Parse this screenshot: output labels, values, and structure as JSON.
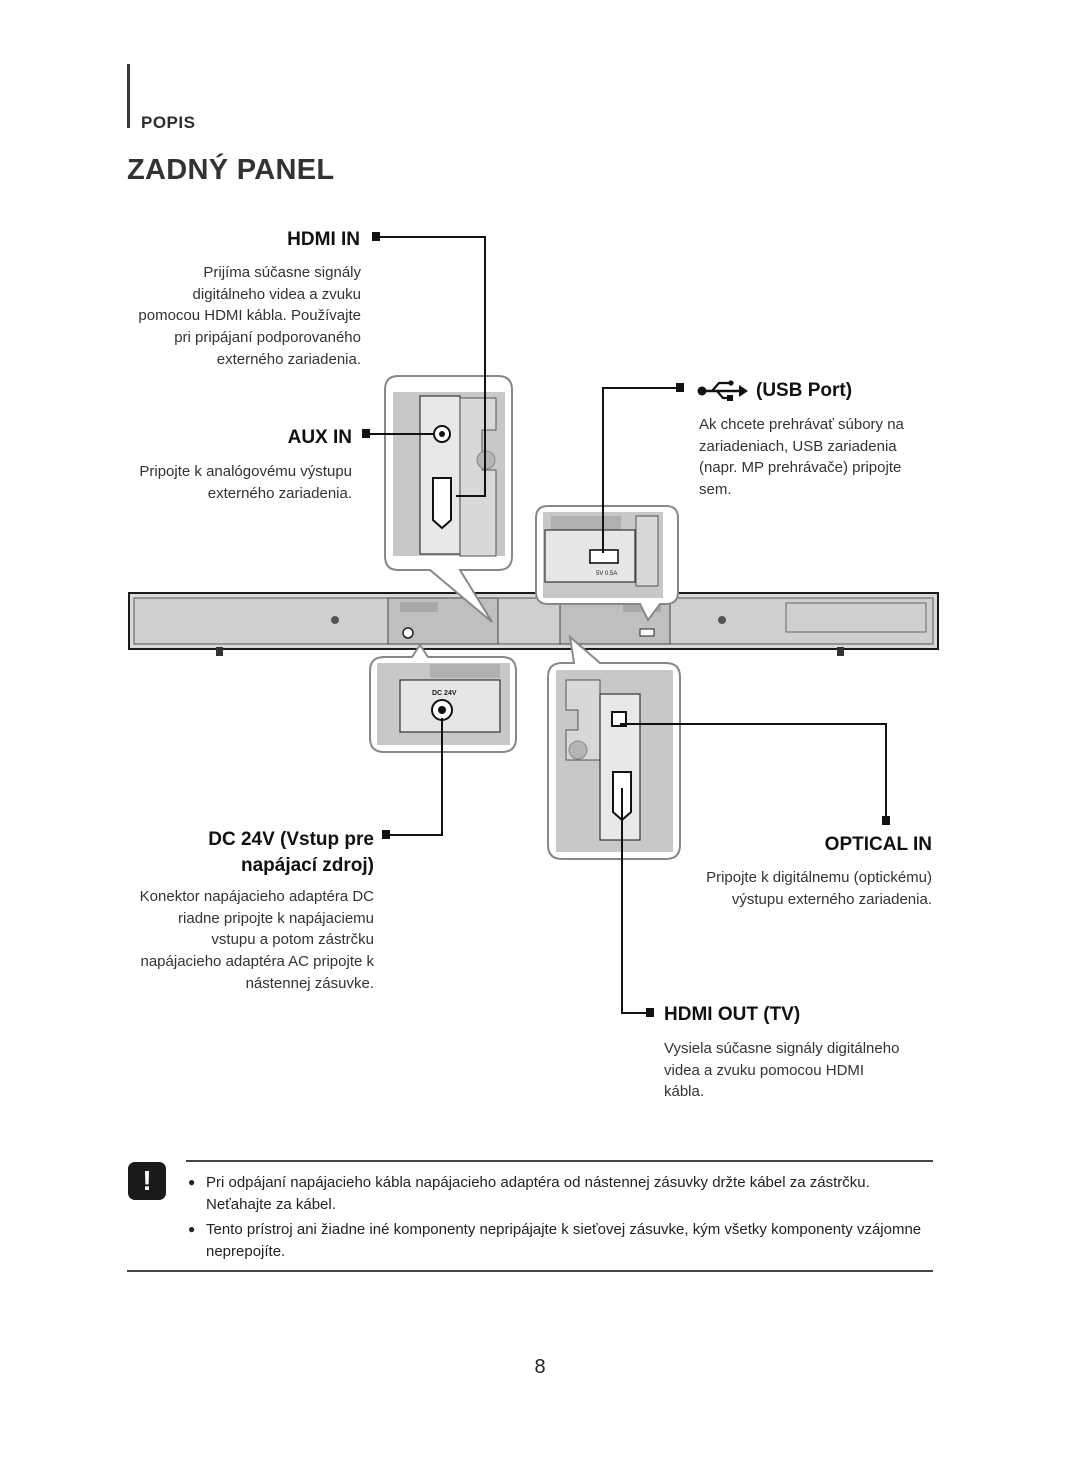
{
  "header": {
    "section": "POPIS",
    "title": "ZADNÝ PANEL"
  },
  "ports": {
    "hdmi_in": {
      "title": "HDMI IN",
      "desc": [
        "Prijíma súčasne signály",
        "digitálneho videa a zvuku",
        "pomocou HDMI kábla. Používajte",
        "pri pripájaní podporovaného",
        "externého zariadenia."
      ]
    },
    "aux_in": {
      "title": "AUX IN",
      "desc": [
        "Pripojte k analógovému výstupu",
        "externého zariadenia."
      ]
    },
    "usb": {
      "title": "(USB Port)",
      "icon": "usb-icon",
      "desc": [
        "Ak chcete prehrávať súbory na",
        "zariadeniach, USB zariadenia",
        "(napr. MP prehrávače) pripojte",
        "sem."
      ]
    },
    "dc24v": {
      "title_line1": "DC 24V (Vstup pre",
      "title_line2": "napájací zdroj)",
      "desc": [
        "Konektor napájacieho adaptéra DC",
        "riadne pripojte k napájaciemu",
        "vstupu a potom zástrčku",
        "napájacieho adaptéra AC pripojte k",
        "nástennej zásuvke."
      ]
    },
    "optical_in": {
      "title": "OPTICAL IN",
      "desc": [
        "Pripojte k digitálnemu (optickému)",
        "výstupu externého zariadenia."
      ]
    },
    "hdmi_out": {
      "title": "HDMI OUT (TV)",
      "desc": [
        "Vysiela súčasne signály digitálneho",
        "videa a zvuku pomocou HDMI",
        "kábla."
      ]
    }
  },
  "diagram_labels": {
    "dc_jack": "DC 24V",
    "usb_rating": "5V 0.5A"
  },
  "caution": {
    "icon": "caution-exclamation-icon",
    "icon_glyph": "!",
    "items": [
      "Pri odpájaní napájacieho kábla napájacieho adaptéra od nástennej zásuvky držte kábel za zástrčku. Neťahajte za kábel.",
      "Tento prístroj ani žiadne iné komponenty nepripájajte k sieťovej zásuvke, kým všetky komponenty vzájomne neprepojíte."
    ]
  },
  "page_number": "8"
}
